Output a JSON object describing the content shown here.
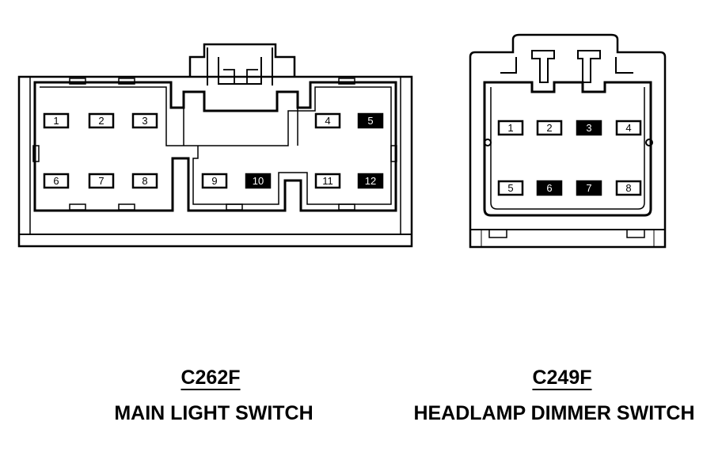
{
  "connectors": [
    {
      "id": "c262f",
      "code": "C262F",
      "title": "MAIN LIGHT SWITCH",
      "pins": [
        {
          "label": "1",
          "filled": false
        },
        {
          "label": "2",
          "filled": false
        },
        {
          "label": "3",
          "filled": false
        },
        {
          "label": "4",
          "filled": false
        },
        {
          "label": "5",
          "filled": true
        },
        {
          "label": "6",
          "filled": false
        },
        {
          "label": "7",
          "filled": false
        },
        {
          "label": "8",
          "filled": false
        },
        {
          "label": "9",
          "filled": false
        },
        {
          "label": "10",
          "filled": true
        },
        {
          "label": "11",
          "filled": false
        },
        {
          "label": "12",
          "filled": true
        }
      ]
    },
    {
      "id": "c249f",
      "code": "C249F",
      "title": "HEADLAMP DIMMER SWITCH",
      "pins": [
        {
          "label": "1",
          "filled": false
        },
        {
          "label": "2",
          "filled": false
        },
        {
          "label": "3",
          "filled": true
        },
        {
          "label": "4",
          "filled": false
        },
        {
          "label": "5",
          "filled": false
        },
        {
          "label": "6",
          "filled": true
        },
        {
          "label": "7",
          "filled": true
        },
        {
          "label": "8",
          "filled": false
        }
      ]
    }
  ]
}
